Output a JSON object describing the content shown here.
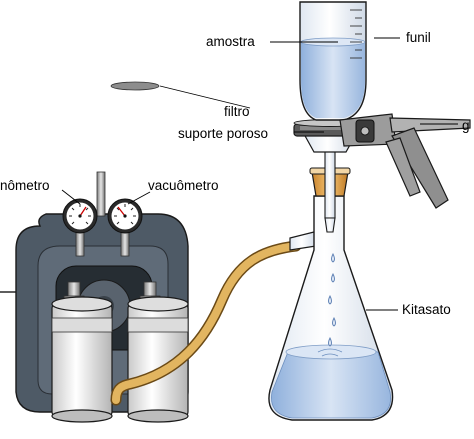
{
  "labels": {
    "funil": "funil",
    "amostra": "amostra",
    "filtro": "filtro",
    "suporte_poroso": "suporte poroso",
    "garra": "g",
    "manometro": "nômetro",
    "vacuometro": "vacuômetro",
    "kitasato": "Kitasato"
  },
  "colors": {
    "liquid": "#b9cdea",
    "pump_body": "#4e5a66",
    "hose": "#e2b560",
    "stopper": "#e5a74a",
    "clamp": "#8f8f8f",
    "glass": "#f4f8fc"
  }
}
